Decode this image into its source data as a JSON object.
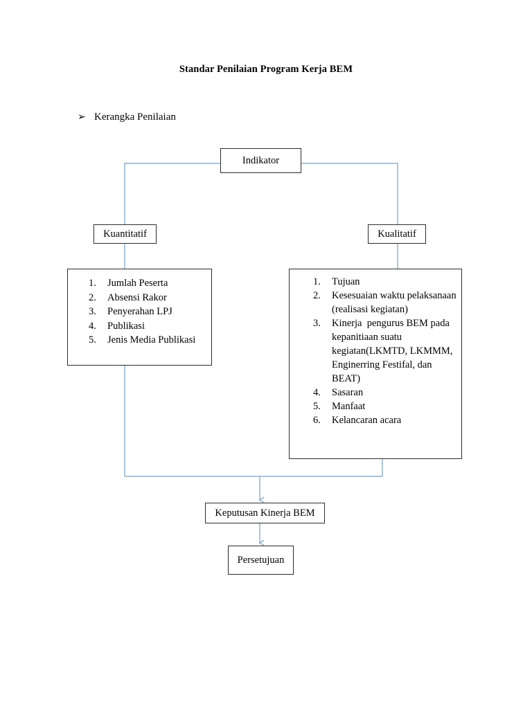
{
  "document": {
    "title": "Standar Penilaian Program Kerja BEM",
    "section_bullet": "➢",
    "section_heading": "Kerangka Penilaian"
  },
  "colors": {
    "text": "#000000",
    "box_border": "#2b2b2b",
    "connector_blue": "#8caecd",
    "connector_dark": "#2b2b2b",
    "page_background": "#ffffff"
  },
  "diagram": {
    "nodes": {
      "indikator": "Indikator",
      "kuantitatif": "Kuantitatif",
      "kualitatif": "Kualitatif",
      "keputusan": "Keputusan Kinerja BEM",
      "persetujuan": "Persetujuan"
    },
    "quantitative_items": [
      {
        "num": "1.",
        "text": "Jumlah Peserta"
      },
      {
        "num": "2.",
        "text": "Absensi Rakor"
      },
      {
        "num": "3.",
        "text": "Penyerahan LPJ"
      },
      {
        "num": "4.",
        "text": "Publikasi"
      },
      {
        "num": "5.",
        "text": "Jenis Media Publikasi"
      }
    ],
    "qualitative_items": [
      {
        "num": "1.",
        "text": "Tujuan"
      },
      {
        "num": "2.",
        "text": "Kesesuaian waktu pelaksanaan (realisasi kegiatan)"
      },
      {
        "num": "3.",
        "text": "Kinerja  pengurus BEM pada kepanitiaan suatu kegiatan(LKMTD, LKMMM, Enginerring Festifal, dan BEAT)"
      },
      {
        "num": "4.",
        "text": "Sasaran"
      },
      {
        "num": "5.",
        "text": "Manfaat"
      },
      {
        "num": "6.",
        "text": "Kelancaran acara"
      }
    ]
  }
}
